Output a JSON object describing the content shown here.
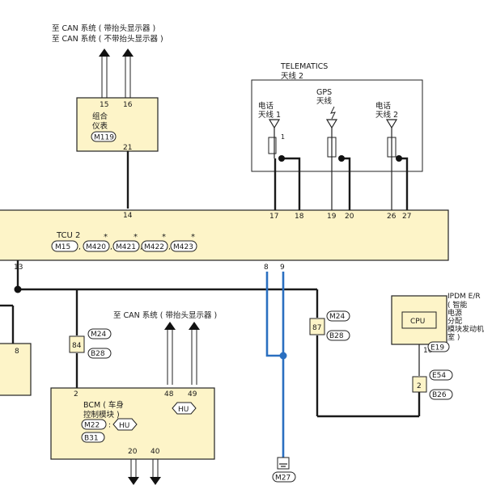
{
  "colors": {
    "box_fill": "#fdf4c8",
    "can_wire": "#2a6fc0",
    "wire": "#1a1a1a"
  },
  "top_can": {
    "line1": "至 CAN 系统 ( 带抬头显示器 )",
    "line2": "至 CAN 系统 ( 不带抬头显示器 )"
  },
  "meter": {
    "label1": "组合",
    "label2": "仪表",
    "connector": "M119",
    "pin_a": "15",
    "pin_b": "16",
    "pin_out": "21"
  },
  "telematics": {
    "title1": "TELEMATICS",
    "title2": "天线 2"
  },
  "antennas": {
    "phone1": {
      "label1": "电话",
      "label2": "天线 1",
      "pin_marker": "1"
    },
    "gps": {
      "label1": "GPS",
      "label2": "天线"
    },
    "phone2": {
      "label1": "电话",
      "label2": "天线 2"
    }
  },
  "tcu": {
    "name": "TCU 2",
    "connectors": [
      "M15",
      "M420",
      "M421",
      "M422",
      "M423"
    ],
    "star": "*",
    "sep": ",",
    "pins_top": [
      "14",
      "17",
      "18",
      "19",
      "20",
      "26",
      "27"
    ],
    "pins_bottom": [
      "13",
      "8",
      "9"
    ]
  },
  "left_box": {
    "pin": "8"
  },
  "connector_84": {
    "id": "84",
    "tag1": "M24",
    "tag2": "B28"
  },
  "connector_87": {
    "id": "87",
    "tag1": "M24",
    "tag2": "B28"
  },
  "bcm_can": {
    "text": "至 CAN 系统 ( 带抬头显示器 )"
  },
  "bcm": {
    "pin_2": "2",
    "pin_48": "48",
    "pin_49": "49",
    "hu_pin": "HU",
    "line1": "BCM ( 车身",
    "line2": "控制模块 )",
    "connector": "M22",
    "colon": ":",
    "hu": "HU",
    "connector2": "B31",
    "pin_20": "20",
    "pin_40": "40"
  },
  "ground": {
    "connector": "M27"
  },
  "ipdm": {
    "title": "IPDM E/R",
    "desc": [
      "( 智能",
      "电源",
      "分配",
      "模块发动机",
      "室 )"
    ],
    "cpu": "CPU",
    "pin": "16",
    "connector": "E19"
  },
  "connector_2": {
    "id": "2",
    "tag1": "E54",
    "tag2": "B26"
  }
}
